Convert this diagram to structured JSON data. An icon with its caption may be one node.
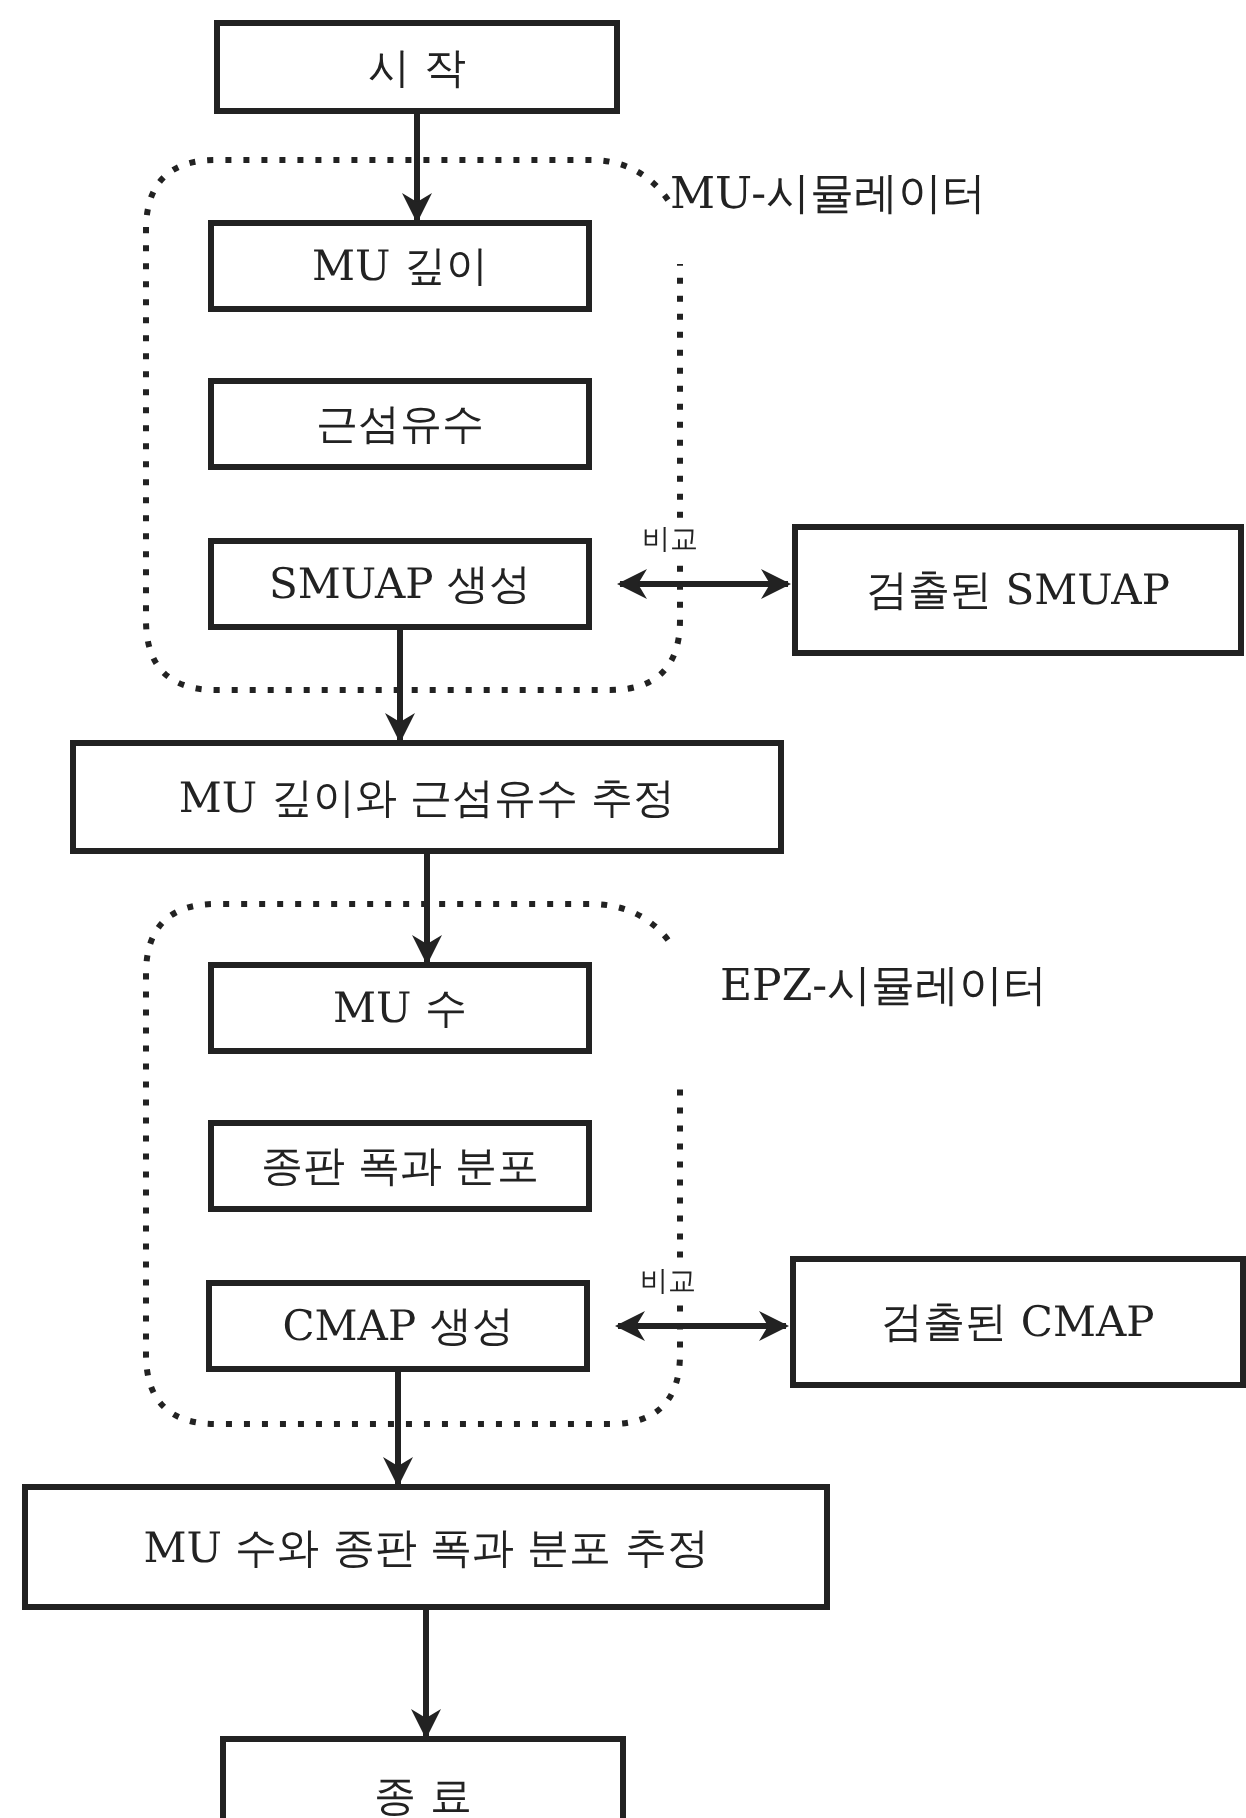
{
  "diagram": {
    "nodes": [
      {
        "text": [
          "시 작"
        ]
      },
      {
        "text": [
          "MU-시뮬레이터"
        ]
      },
      {
        "text": [
          "MU 깊이"
        ],
        "in": 1
      },
      {
        "text": [
          "근섬유수"
        ],
        "in": 1
      },
      {
        "text": [
          "SMUAP 생성"
        ],
        "in": 1
      },
      {
        "text": [
          "검출된 SMUAP"
        ]
      },
      {
        "text": [
          "MU 깊이와 근섬유수 추정"
        ]
      },
      {
        "text": [
          "EPZ-시뮬레이터"
        ]
      },
      {
        "text": [
          "MU 수"
        ],
        "in": 7
      },
      {
        "text": [
          "종판 폭과 분포"
        ],
        "in": 7
      },
      {
        "text": [
          "CMAP 생성"
        ],
        "in": 7
      },
      {
        "text": [
          "검출된 CMAP"
        ]
      },
      {
        "text": [
          "MU 수와 종판 폭과 분포 추정"
        ]
      },
      {
        "text": [
          "종 료"
        ]
      }
    ],
    "edges": [
      {
        "from": 0,
        "to": 2,
        "arrow": "to"
      },
      {
        "from": 4,
        "to": 5,
        "arrow": "both",
        "label": "비교"
      },
      {
        "from": 4,
        "to": 6,
        "arrow": "to"
      },
      {
        "from": 6,
        "to": 8,
        "arrow": "to"
      },
      {
        "from": 10,
        "to": 11,
        "arrow": "both",
        "label": "비교"
      },
      {
        "from": 10,
        "to": 12,
        "arrow": "to"
      },
      {
        "from": 12,
        "to": 13,
        "arrow": "to"
      }
    ]
  }
}
